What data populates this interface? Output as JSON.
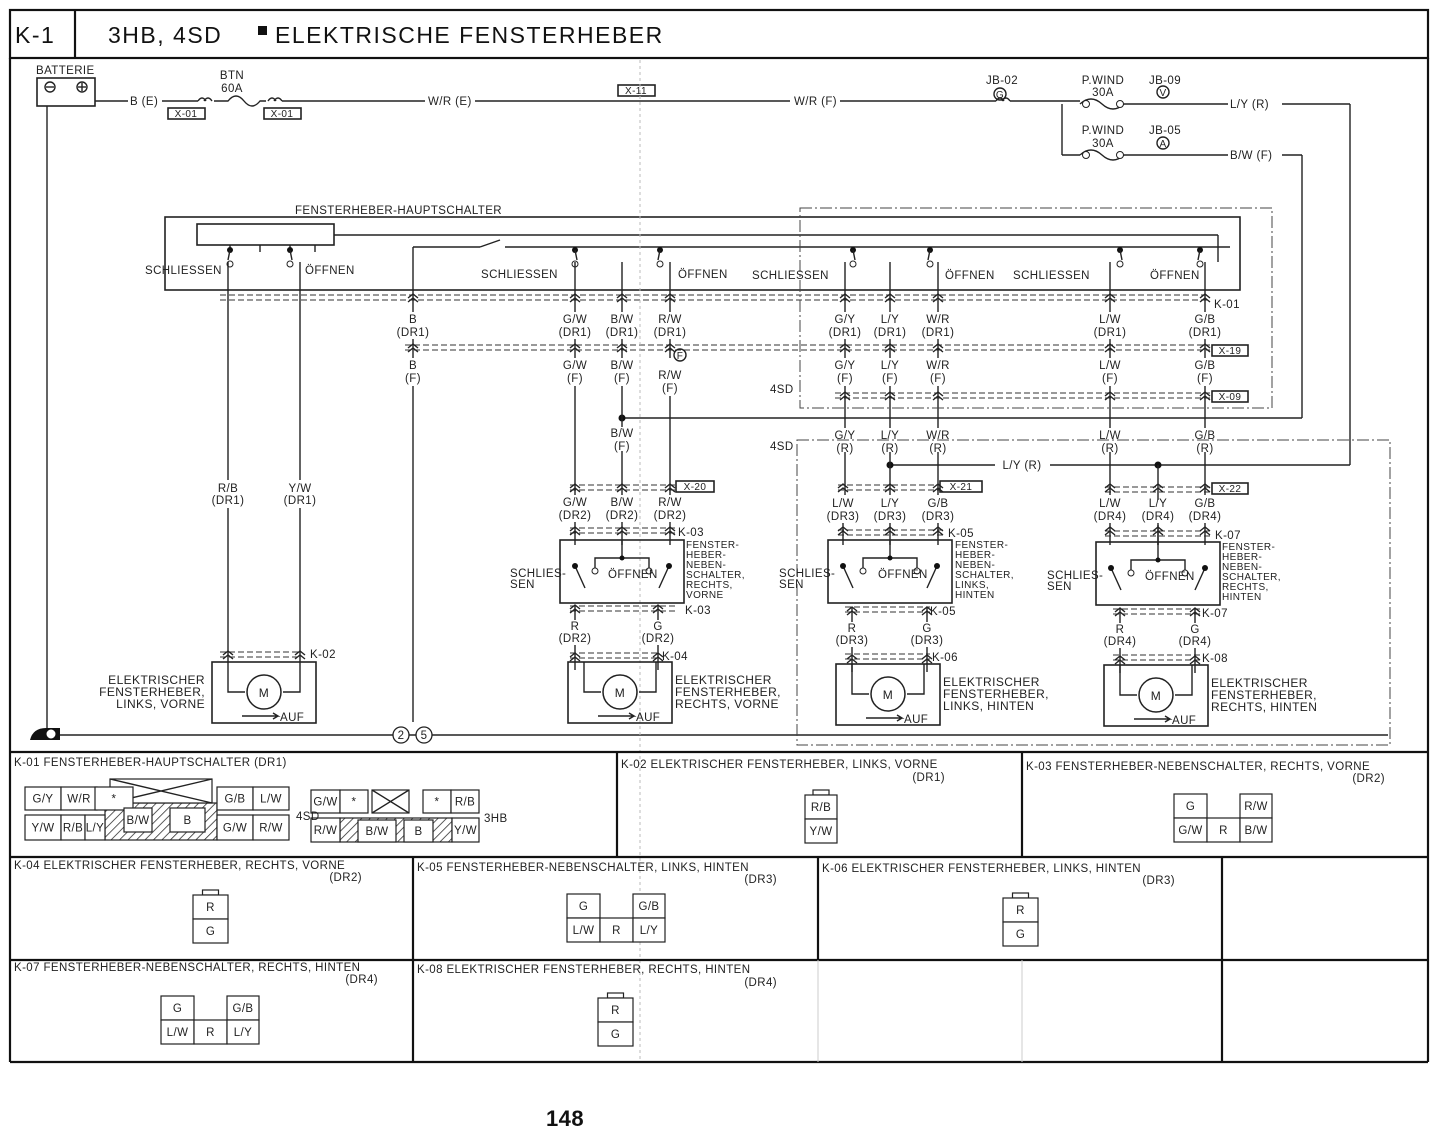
{
  "header": {
    "code": "K-1",
    "models": "3HB, 4SD",
    "title": "ELEKTRISCHE FENSTERHEBER"
  },
  "supply": {
    "battery": "BATTERIE",
    "btn": "BTN",
    "btn_amp": "60A",
    "wire_b_e": "B (E)",
    "x01a": "X-01",
    "x01b": "X-01",
    "wire_wr_e": "W/R (E)",
    "x11": "X-11",
    "wire_wr_f": "W/R (F)",
    "jb02": "JB-02",
    "jb02_pin": "G",
    "pwind1": "P.WIND",
    "pwind1_amp": "30A",
    "jb09": "JB-09",
    "jb09_pin": "V",
    "wire_ly_r": "L/Y (R)",
    "pwind2": "P.WIND",
    "pwind2_amp": "30A",
    "jb05": "JB-05",
    "jb05_pin": "A",
    "wire_bw_f": "B/W (F)"
  },
  "main_switch": {
    "name": "FENSTERHEBER-HAUPTSCHALTER",
    "labels": [
      "SCHLIESSEN",
      "ÖFFNEN",
      "SCHLIESSEN",
      "ÖFFNEN",
      "SCHLIESSEN",
      "ÖFFNEN",
      "SCHLIESSEN",
      "ÖFFNEN"
    ]
  },
  "connectors": {
    "k01": "K-01",
    "x19": "X-19",
    "x09": "X-09",
    "x20": "X-20",
    "x21": "X-21",
    "x22": "X-22",
    "k02": "K-02",
    "k03a": "K-03",
    "k03b": "K-03",
    "k04": "K-04",
    "k05a": "K-05",
    "k05b": "K-05",
    "k06": "K-06",
    "k07a": "K-07",
    "k07b": "K-07",
    "k08": "K-08",
    "f_pin": "F",
    "sd4_a": "4SD",
    "sd4_b": "4SD",
    "ground_a": "2",
    "ground_b": "5"
  },
  "wires": {
    "dr1": [
      [
        "B",
        "(DR1)"
      ],
      [
        "G/W",
        "(DR1)"
      ],
      [
        "B/W",
        "(DR1)"
      ],
      [
        "R/W",
        "(DR1)"
      ],
      [
        "G/Y",
        "(DR1)"
      ],
      [
        "L/Y",
        "(DR1)"
      ],
      [
        "W/R",
        "(DR1)"
      ],
      [
        "L/W",
        "(DR1)"
      ],
      [
        "G/B",
        "(DR1)"
      ]
    ],
    "f": [
      [
        "B",
        "(F)"
      ],
      [
        "G/W",
        "(F)"
      ],
      [
        "B/W",
        "(F)"
      ],
      [
        "R/W",
        "(F)"
      ],
      [
        "G/Y",
        "(F)"
      ],
      [
        "L/Y",
        "(F)"
      ],
      [
        "W/R",
        "(F)"
      ],
      [
        "L/W",
        "(F)"
      ],
      [
        "G/B",
        "(F)"
      ]
    ],
    "bw_f": [
      "B/W",
      "(F)"
    ],
    "r": [
      [
        "G/Y",
        "(R)"
      ],
      [
        "L/Y",
        "(R)"
      ],
      [
        "W/R",
        "(R)"
      ],
      [
        "L/W",
        "(R)"
      ],
      [
        "G/B",
        "(R)"
      ]
    ],
    "ly_r": "L/Y (R)",
    "motor_lv": [
      [
        "R/B",
        "(DR1)"
      ],
      [
        "Y/W",
        "(DR1)"
      ]
    ],
    "dr2": [
      [
        "G/W",
        "(DR2)"
      ],
      [
        "B/W",
        "(DR2)"
      ],
      [
        "R/W",
        "(DR2)"
      ]
    ],
    "dr3": [
      [
        "L/W",
        "(DR3)"
      ],
      [
        "L/Y",
        "(DR3)"
      ],
      [
        "G/B",
        "(DR3)"
      ]
    ],
    "dr4": [
      [
        "L/W",
        "(DR4)"
      ],
      [
        "L/Y",
        "(DR4)"
      ],
      [
        "G/B",
        "(DR4)"
      ]
    ],
    "out_dr2": [
      [
        "R",
        "(DR2)"
      ],
      [
        "G",
        "(DR2)"
      ]
    ],
    "out_dr3": [
      [
        "R",
        "(DR3)"
      ],
      [
        "G",
        "(DR3)"
      ]
    ],
    "out_dr4": [
      [
        "R",
        "(DR4)"
      ],
      [
        "G",
        "(DR4)"
      ]
    ]
  },
  "sub_switches": [
    {
      "close": "SCHLIES-",
      "close2": "SEN",
      "open": "ÖFFNEN",
      "name": [
        "FENSTER-",
        "HEBER-",
        "NEBEN-",
        "SCHALTER,",
        "RECHTS,",
        "VORNE"
      ]
    },
    {
      "close": "SCHLIES-",
      "close2": "SEN",
      "open": "ÖFFNEN",
      "name": [
        "FENSTER-",
        "HEBER-",
        "NEBEN-",
        "SCHALTER,",
        "LINKS,",
        "HINTEN"
      ]
    },
    {
      "close": "SCHLIES-",
      "close2": "SEN",
      "open": "ÖFFNEN",
      "name": [
        "FENSTER-",
        "HEBER-",
        "NEBEN-",
        "SCHALTER,",
        "RECHTS,",
        "HINTEN"
      ]
    }
  ],
  "motors": [
    {
      "name": [
        "ELEKTRISCHER",
        "FENSTERHEBER,",
        "LINKS, VORNE"
      ],
      "symbol": "M",
      "dir": "AUF"
    },
    {
      "name": [
        "ELEKTRISCHER",
        "FENSTERHEBER,",
        "RECHTS, VORNE"
      ],
      "symbol": "M",
      "dir": "AUF"
    },
    {
      "name": [
        "ELEKTRISCHER",
        "FENSTERHEBER,",
        "LINKS, HINTEN"
      ],
      "symbol": "M",
      "dir": "AUF"
    },
    {
      "name": [
        "ELEKTRISCHER",
        "FENSTERHEBER,",
        "RECHTS, HINTEN"
      ],
      "symbol": "M",
      "dir": "AUF"
    }
  ],
  "connector_views": {
    "k01": {
      "title": "K-01 FENSTERHEBER-HAUPTSCHALTER (DR1)",
      "sd4_label": "4SD",
      "sd4_pins": [
        "G/Y",
        "W/R",
        "*",
        "Y/W",
        "R/B",
        "L/Y",
        "B/W",
        "B",
        "G/B",
        "L/W",
        "G/W",
        "R/W"
      ],
      "hb3_label": "3HB",
      "hb3_pins": [
        "G/W",
        "*",
        "*",
        "R/B",
        "R/W",
        "B/W",
        "B",
        "Y/W"
      ]
    },
    "k02": {
      "title": "K-02 ELEKTRISCHER FENSTERHEBER, LINKS, VORNE",
      "sub": "(DR1)",
      "pins": [
        "R/B",
        "Y/W"
      ]
    },
    "k03": {
      "title": "K-03 FENSTERHEBER-NEBENSCHALTER, RECHTS, VORNE",
      "sub": "(DR2)",
      "pins": [
        "G",
        "R/W",
        "G/W",
        "R",
        "B/W"
      ]
    },
    "k04": {
      "title": "K-04 ELEKTRISCHER FENSTERHEBER, RECHTS, VORNE",
      "sub": "(DR2)",
      "pins": [
        "R",
        "G"
      ]
    },
    "k05": {
      "title": "K-05 FENSTERHEBER-NEBENSCHALTER, LINKS, HINTEN",
      "sub": "(DR3)",
      "pins": [
        "G",
        "G/B",
        "L/W",
        "R",
        "L/Y"
      ]
    },
    "k06": {
      "title": "K-06 ELEKTRISCHER FENSTERHEBER, LINKS, HINTEN",
      "sub": "(DR3)",
      "pins": [
        "R",
        "G"
      ]
    },
    "k07": {
      "title": "K-07 FENSTERHEBER-NEBENSCHALTER, RECHTS, HINTEN",
      "sub": "(DR4)",
      "pins": [
        "G",
        "G/B",
        "L/W",
        "R",
        "L/Y"
      ]
    },
    "k08": {
      "title": "K-08 ELEKTRISCHER FENSTERHEBER, RECHTS, HINTEN",
      "sub": "(DR4)",
      "pins": [
        "R",
        "G"
      ]
    }
  },
  "page_number": "148"
}
